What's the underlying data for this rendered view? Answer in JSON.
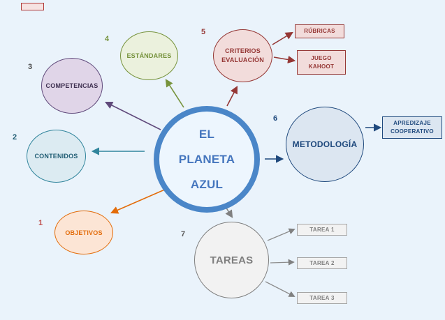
{
  "title": "EL PLANETA AZUL",
  "center": {
    "line1": "EL",
    "line2": "PLANETA",
    "line3": "AZUL"
  },
  "nodes": {
    "objetivos": {
      "number": "1",
      "label": "OBJETIVOS"
    },
    "contenidos": {
      "number": "2",
      "label": "CONTENIDOS"
    },
    "competencias": {
      "number": "3",
      "label": "COMPETENCIAS"
    },
    "estandares": {
      "number": "4",
      "label": "ESTÁNDARES"
    },
    "criterios": {
      "number": "5",
      "line1": "CRITERIOS",
      "line2": "EVALUACIÓN"
    },
    "metodologia": {
      "number": "6",
      "label": "METODOLOGÍA"
    },
    "tareas": {
      "number": "7",
      "label": "TAREAS"
    }
  },
  "boxes": {
    "rubricas": {
      "label": "RÚBRICAS"
    },
    "juego_kahoot": {
      "line1": "JUEGO",
      "line2": "KAHOOT"
    },
    "apredizaje": {
      "line1": "APREDIZAJE",
      "line2": "COOPERATIVO"
    },
    "tarea1": {
      "label": "TAREA 1"
    },
    "tarea2": {
      "label": "TAREA 2"
    },
    "tarea3": {
      "label": "TAREA 3"
    }
  },
  "colors": {
    "background": "#eaf3fb",
    "center_blue_border": "#4a86c8",
    "center_blue_text": "#4576be",
    "orange": "#e36c0a",
    "teal": "#31859c",
    "purple": "#604a7b",
    "green": "#77933c",
    "dark_red": "#953735",
    "navy": "#1f497d",
    "gray": "#7f7f7f"
  }
}
